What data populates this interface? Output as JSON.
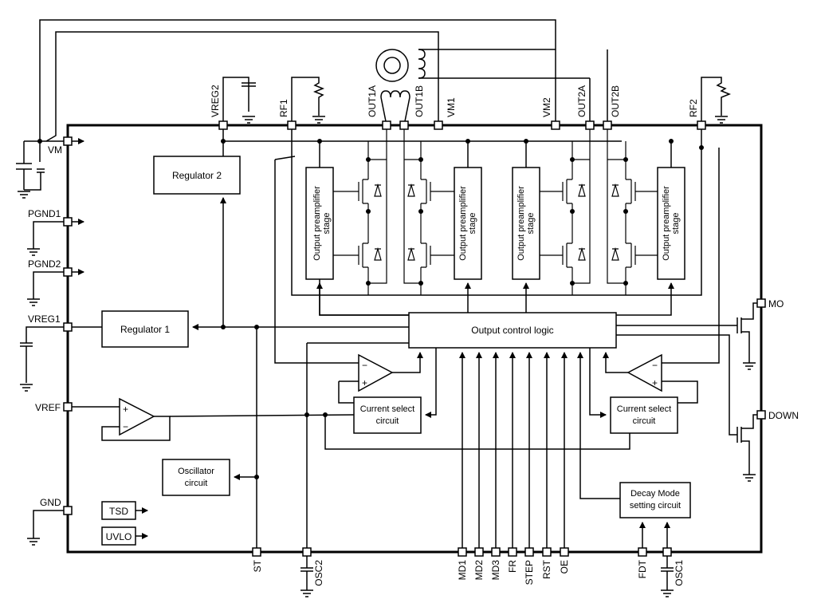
{
  "pins": {
    "left": {
      "vm": "VM",
      "pgnd1": "PGND1",
      "pgnd2": "PGND2",
      "vreg1": "VREG1",
      "vref": "VREF",
      "gnd": "GND"
    },
    "top": {
      "vreg2": "VREG2",
      "rf1": "RF1",
      "out1a": "OUT1A",
      "out1b": "OUT1B",
      "vm1": "VM1",
      "vm2": "VM2",
      "out2a": "OUT2A",
      "out2b": "OUT2B",
      "rf2": "RF2"
    },
    "right": {
      "mo": "MO",
      "down": "DOWN"
    },
    "bottom": {
      "st": "ST",
      "osc2": "OSC2",
      "md1": "MD1",
      "md2": "MD2",
      "md3": "MD3",
      "fr": "FR",
      "step": "STEP",
      "rst": "RST",
      "oe": "OE",
      "fdt": "FDT",
      "osc1": "OSC1"
    }
  },
  "blocks": {
    "regulator2": "Regulator 2",
    "regulator1": "Regulator 1",
    "output_control_logic": "Output control logic",
    "current_select_left": [
      "Current select",
      "circuit"
    ],
    "current_select_right": [
      "Current select",
      "circuit"
    ],
    "oscillator": [
      "Oscillator",
      "circuit"
    ],
    "decay_mode": [
      "Decay Mode",
      "setting circuit"
    ],
    "tsd": "TSD",
    "uvlo": "UVLO",
    "preamp": [
      "Output preamplifier",
      "stage"
    ]
  }
}
